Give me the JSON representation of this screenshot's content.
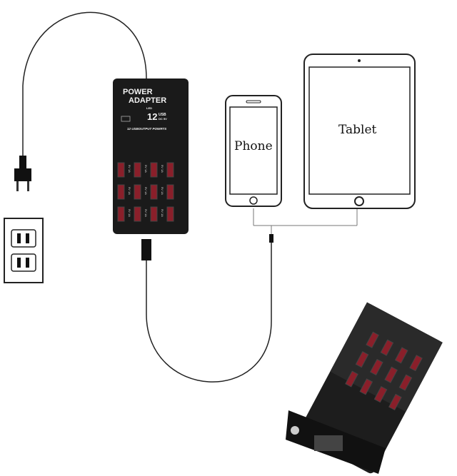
{
  "labels": {
    "phone": "Phone",
    "tablet": "Tablet"
  },
  "adapter": {
    "title_line1": "POWER",
    "title_line2": "ADAPTER",
    "led": "LED",
    "count": "12",
    "usb": "USB",
    "voltage": "DC 5V",
    "subtitle": "12 USBOUTPUT POWRTS",
    "port_label": "5V 1A"
  },
  "colors": {
    "body": "#1a1a1a",
    "port": "#8a1f2a",
    "line": "#222222"
  }
}
